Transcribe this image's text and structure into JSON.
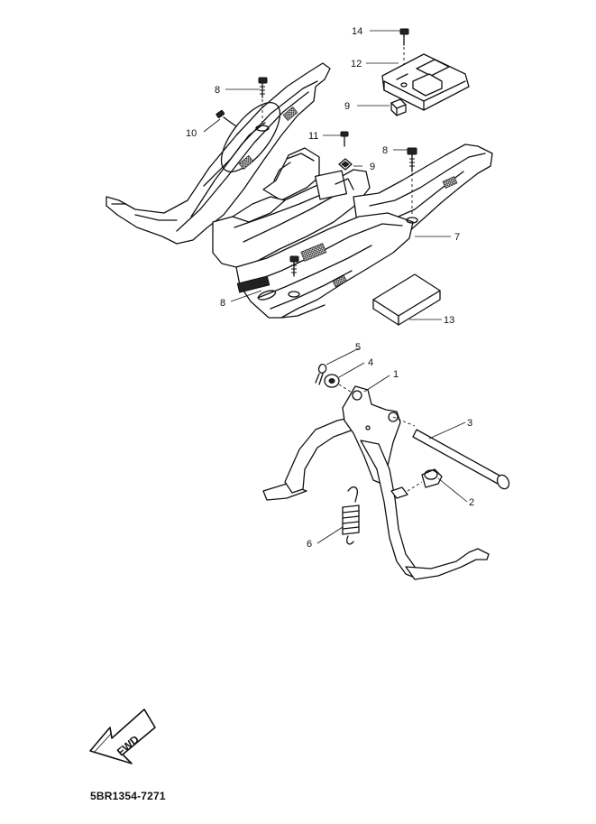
{
  "diagram_code": "5BR1354-7271",
  "fwd_label": "FWD",
  "callouts": [
    {
      "id": "c14",
      "label": "14"
    },
    {
      "id": "c12",
      "label": "12"
    },
    {
      "id": "c8a",
      "label": "8"
    },
    {
      "id": "c9a",
      "label": "9"
    },
    {
      "id": "c10",
      "label": "10"
    },
    {
      "id": "c11",
      "label": "11"
    },
    {
      "id": "c8b",
      "label": "8"
    },
    {
      "id": "c9b",
      "label": "9"
    },
    {
      "id": "c7",
      "label": "7"
    },
    {
      "id": "c8c",
      "label": "8"
    },
    {
      "id": "c13",
      "label": "13"
    },
    {
      "id": "c5",
      "label": "5"
    },
    {
      "id": "c4",
      "label": "4"
    },
    {
      "id": "c1",
      "label": "1"
    },
    {
      "id": "c3",
      "label": "3"
    },
    {
      "id": "c2",
      "label": "2"
    },
    {
      "id": "c6",
      "label": "6"
    }
  ]
}
